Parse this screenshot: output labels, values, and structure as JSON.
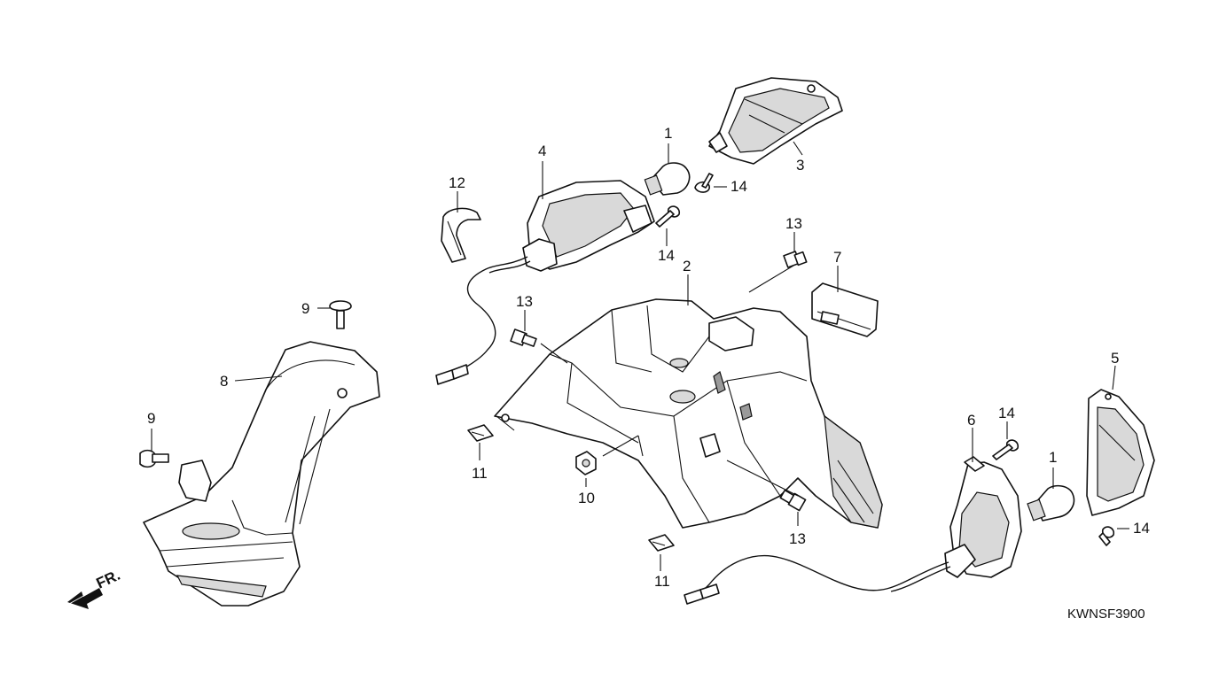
{
  "drawing_code": "KWNSF3900",
  "direction_label": "FR.",
  "callouts": [
    {
      "id": "c1a",
      "label": "1"
    },
    {
      "id": "c1b",
      "label": "1"
    },
    {
      "id": "c2",
      "label": "2"
    },
    {
      "id": "c3",
      "label": "3"
    },
    {
      "id": "c4",
      "label": "4"
    },
    {
      "id": "c5",
      "label": "5"
    },
    {
      "id": "c6",
      "label": "6"
    },
    {
      "id": "c7",
      "label": "7"
    },
    {
      "id": "c8",
      "label": "8"
    },
    {
      "id": "c9a",
      "label": "9"
    },
    {
      "id": "c9b",
      "label": "9"
    },
    {
      "id": "c10",
      "label": "10"
    },
    {
      "id": "c11a",
      "label": "11"
    },
    {
      "id": "c11b",
      "label": "11"
    },
    {
      "id": "c12",
      "label": "12"
    },
    {
      "id": "c13a",
      "label": "13"
    },
    {
      "id": "c13b",
      "label": "13"
    },
    {
      "id": "c13c",
      "label": "13"
    },
    {
      "id": "c14a",
      "label": "14"
    },
    {
      "id": "c14b",
      "label": "14"
    },
    {
      "id": "c14c",
      "label": "14"
    },
    {
      "id": "c14d",
      "label": "14"
    }
  ]
}
